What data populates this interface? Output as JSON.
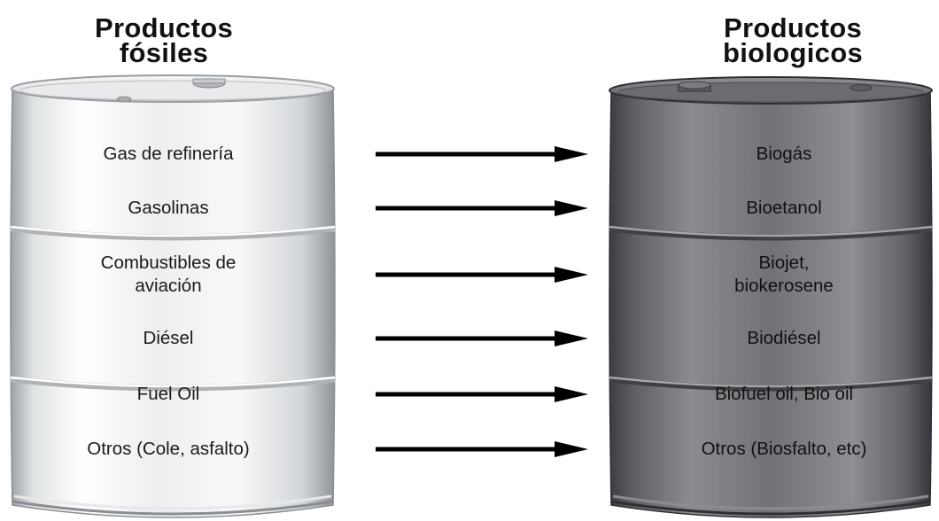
{
  "headings": {
    "fossil": [
      "Productos",
      "fósiles"
    ],
    "bio": [
      "Productos",
      "biologicos"
    ]
  },
  "fossil_products": [
    "Gas de refinería",
    "Gasolinas",
    "Combustibles de\naviación",
    "Diésel",
    "Fuel Oil",
    "Otros (Cole, asfalto)"
  ],
  "bio_products": [
    "Biogás",
    "Bioetanol",
    "Biojet,\nbiokerosene",
    "Biodiésel",
    "Biofuel oil, Bio oil",
    "Otros (Biosfalto, etc)"
  ],
  "colors": {
    "fossil_barrel": "#e4e6e8",
    "bio_barrel": "#6e7074",
    "arrow": "#000000"
  }
}
